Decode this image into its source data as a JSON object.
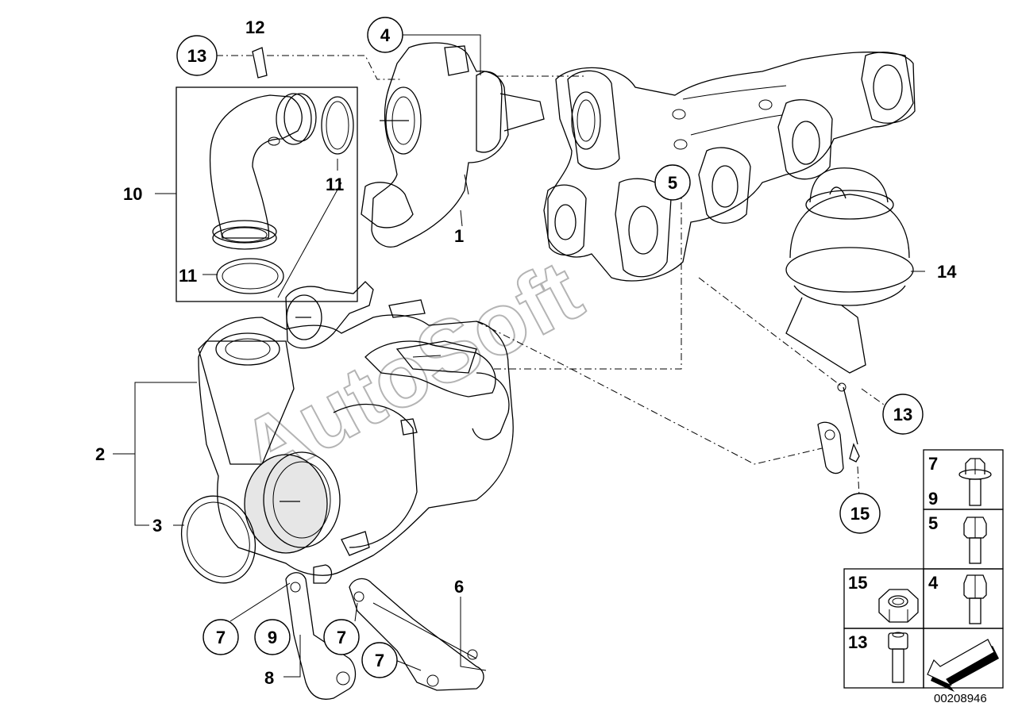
{
  "diagram": {
    "watermark": "AutoSoft",
    "document_number": "00208946",
    "callouts": {
      "c1": "1",
      "c2": "2",
      "c3": "3",
      "c4": "4",
      "c5": "5",
      "c6": "6",
      "c7a": "7",
      "c7b": "7",
      "c7c": "7",
      "c8": "8",
      "c9": "9",
      "c10": "10",
      "c11a": "11",
      "c11b": "11",
      "c12": "12",
      "c13a": "13",
      "c13b": "13",
      "c14": "14",
      "c15": "15"
    },
    "legend": {
      "cell1_top": "7",
      "cell1_bottom": "9",
      "cell2": "5",
      "cell3": "15",
      "cell4": "4",
      "cell5": "13"
    }
  }
}
